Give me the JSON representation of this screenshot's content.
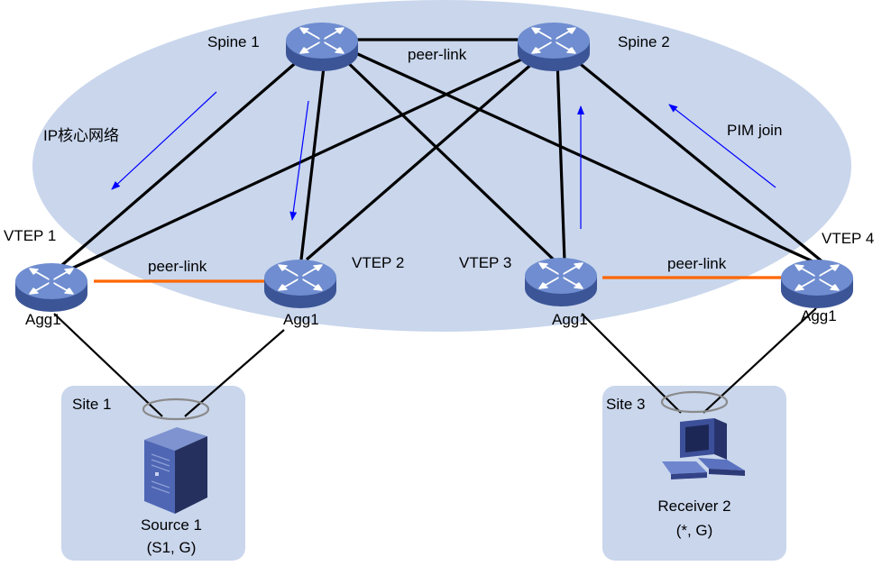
{
  "colors": {
    "core_fill": "#c9d6ec",
    "site_fill": "#c9d6ec",
    "device_body": "#5b78bb",
    "device_top": "#6f8dd0",
    "link": "#000000",
    "peer_link": "#ff6600",
    "pim_arrow": "#0000ff"
  },
  "core_network": {
    "label": "IP核心网络"
  },
  "spines": [
    {
      "label": "Spine 1"
    },
    {
      "label": "Spine 2"
    }
  ],
  "spine_peer_link": {
    "label": "peer-link"
  },
  "vteps": [
    {
      "label": "VTEP 1",
      "sublabel": "Agg1"
    },
    {
      "label": "VTEP 2",
      "sublabel": "Agg1"
    },
    {
      "label": "VTEP 3",
      "sublabel": "Agg1"
    },
    {
      "label": "VTEP 4",
      "sublabel": "Agg1"
    }
  ],
  "vtep_peer_links": [
    {
      "label": "peer-link"
    },
    {
      "label": "peer-link"
    }
  ],
  "pim": {
    "label": "PIM join"
  },
  "sites": [
    {
      "label": "Site 1",
      "host": "Source 1",
      "group": "(S1, G)",
      "host_icon": "server-icon"
    },
    {
      "label": "Site 3",
      "host": "Receiver 2",
      "group": "(*, G)",
      "host_icon": "pc-icon"
    }
  ]
}
